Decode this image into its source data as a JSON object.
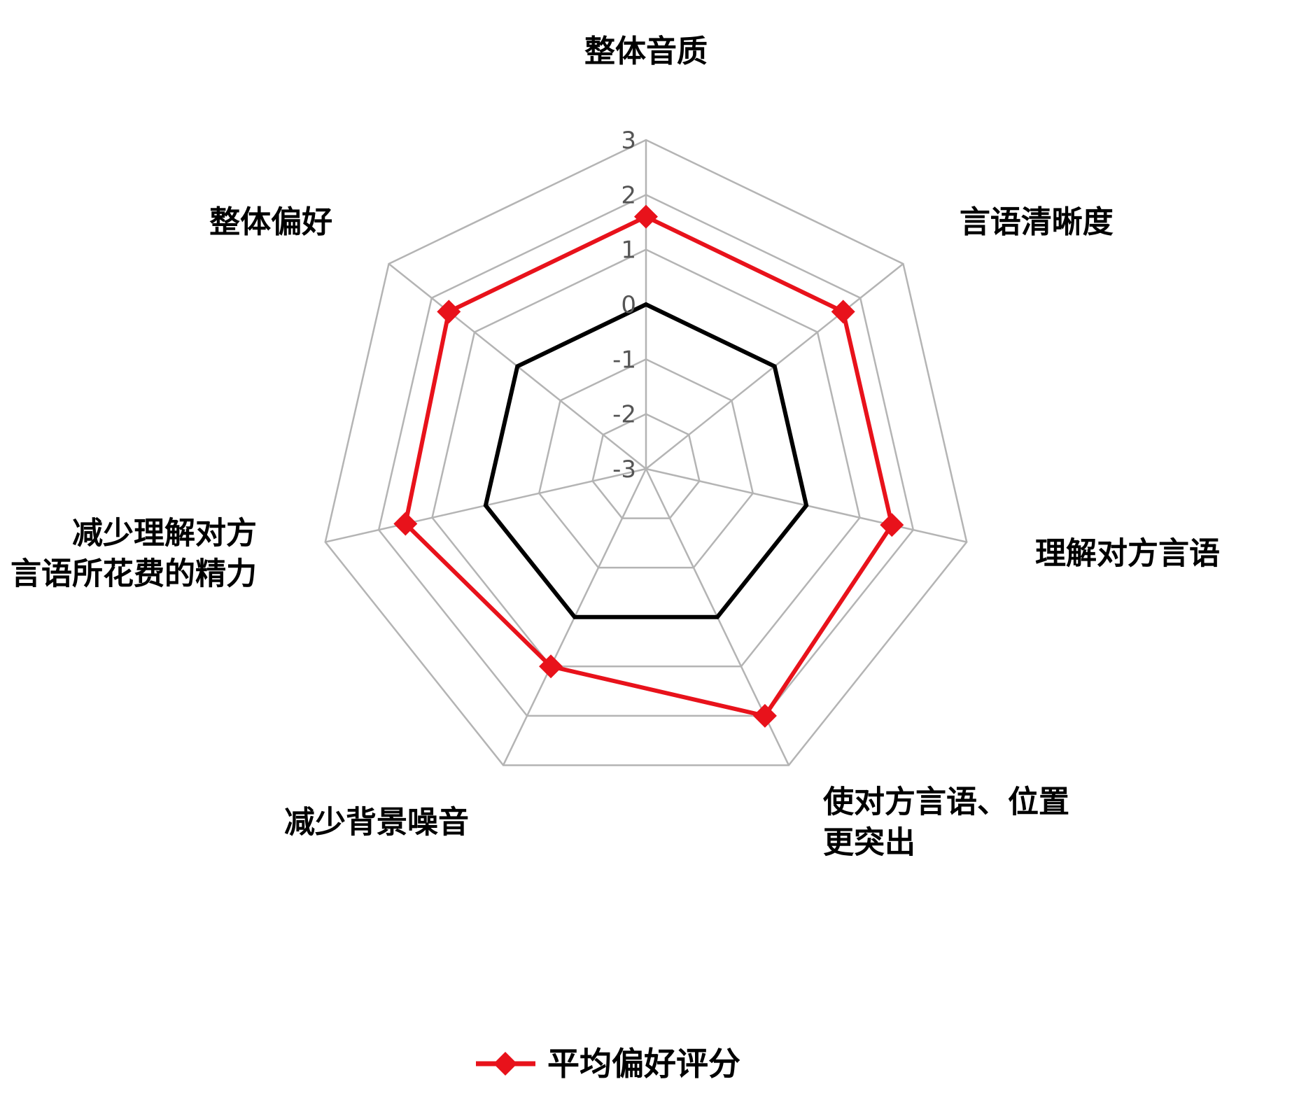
{
  "chart_data": {
    "type": "radar",
    "axes": [
      [
        "整体音质"
      ],
      [
        "言语清晰度"
      ],
      [
        "理解对方言语"
      ],
      [
        "使对方言语、位置",
        "更突出"
      ],
      [
        "减少背景噪音"
      ],
      [
        "减少理解对方",
        "言语所花费的精力"
      ],
      [
        "整体偏好"
      ]
    ],
    "rlim": [
      -3,
      3
    ],
    "ticks": [
      -3,
      -2,
      -1,
      0,
      1,
      2,
      3
    ],
    "tick_labels": [
      "-3",
      "-2",
      "-1",
      "0",
      "1",
      "2",
      "3"
    ],
    "baseline": {
      "value": 0,
      "color": "#000000"
    },
    "series": [
      {
        "name": "平均偏好评分",
        "color": "#e8121b",
        "marker": "diamond",
        "values": [
          1.6,
          1.6,
          1.6,
          2.0,
          1.0,
          1.5,
          1.6
        ]
      }
    ],
    "grid": true,
    "legend": "bottom-center"
  }
}
